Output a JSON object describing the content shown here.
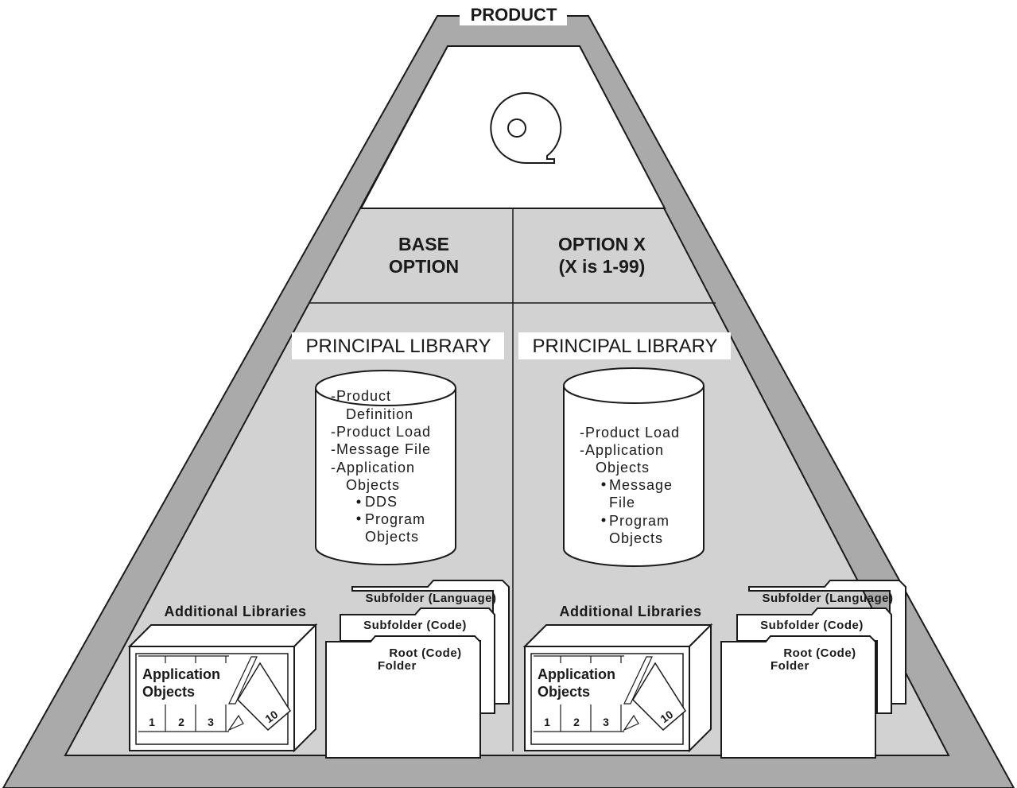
{
  "title": "PRODUCT",
  "base": {
    "header": [
      "BASE",
      "OPTION"
    ],
    "library_label": "PRINCIPAL LIBRARY",
    "library_items": [
      "-Product",
      "Definition",
      "-Product Load",
      "-Message File",
      "-Application",
      "Objects",
      "DDS",
      "Program",
      "Objects"
    ],
    "additional_label": "Additional Libraries",
    "app_label": [
      "Application",
      "Objects"
    ],
    "numbers": [
      "1",
      "2",
      "3",
      "10"
    ],
    "folders": [
      "Subfolder (Language)",
      "Subfolder (Code)",
      "Root (Code)",
      "Folder"
    ]
  },
  "option": {
    "header": [
      "OPTION X",
      "(X is 1-99)"
    ],
    "library_label": "PRINCIPAL LIBRARY",
    "library_items": [
      "-Product Load",
      "-Application",
      "Objects",
      "Message",
      "File",
      "Program",
      "Objects"
    ],
    "additional_label": "Additional Libraries",
    "app_label": [
      "Application",
      "Objects"
    ],
    "numbers": [
      "1",
      "2",
      "3",
      "10"
    ],
    "folders": [
      "Subfolder (Language)",
      "Subfolder (Code)",
      "Root (Code)",
      "Folder"
    ]
  },
  "colors": {
    "frame": "#aaaaaa",
    "inner": "#d2d2d2",
    "line": "#1a1a1a",
    "white": "#ffffff"
  }
}
